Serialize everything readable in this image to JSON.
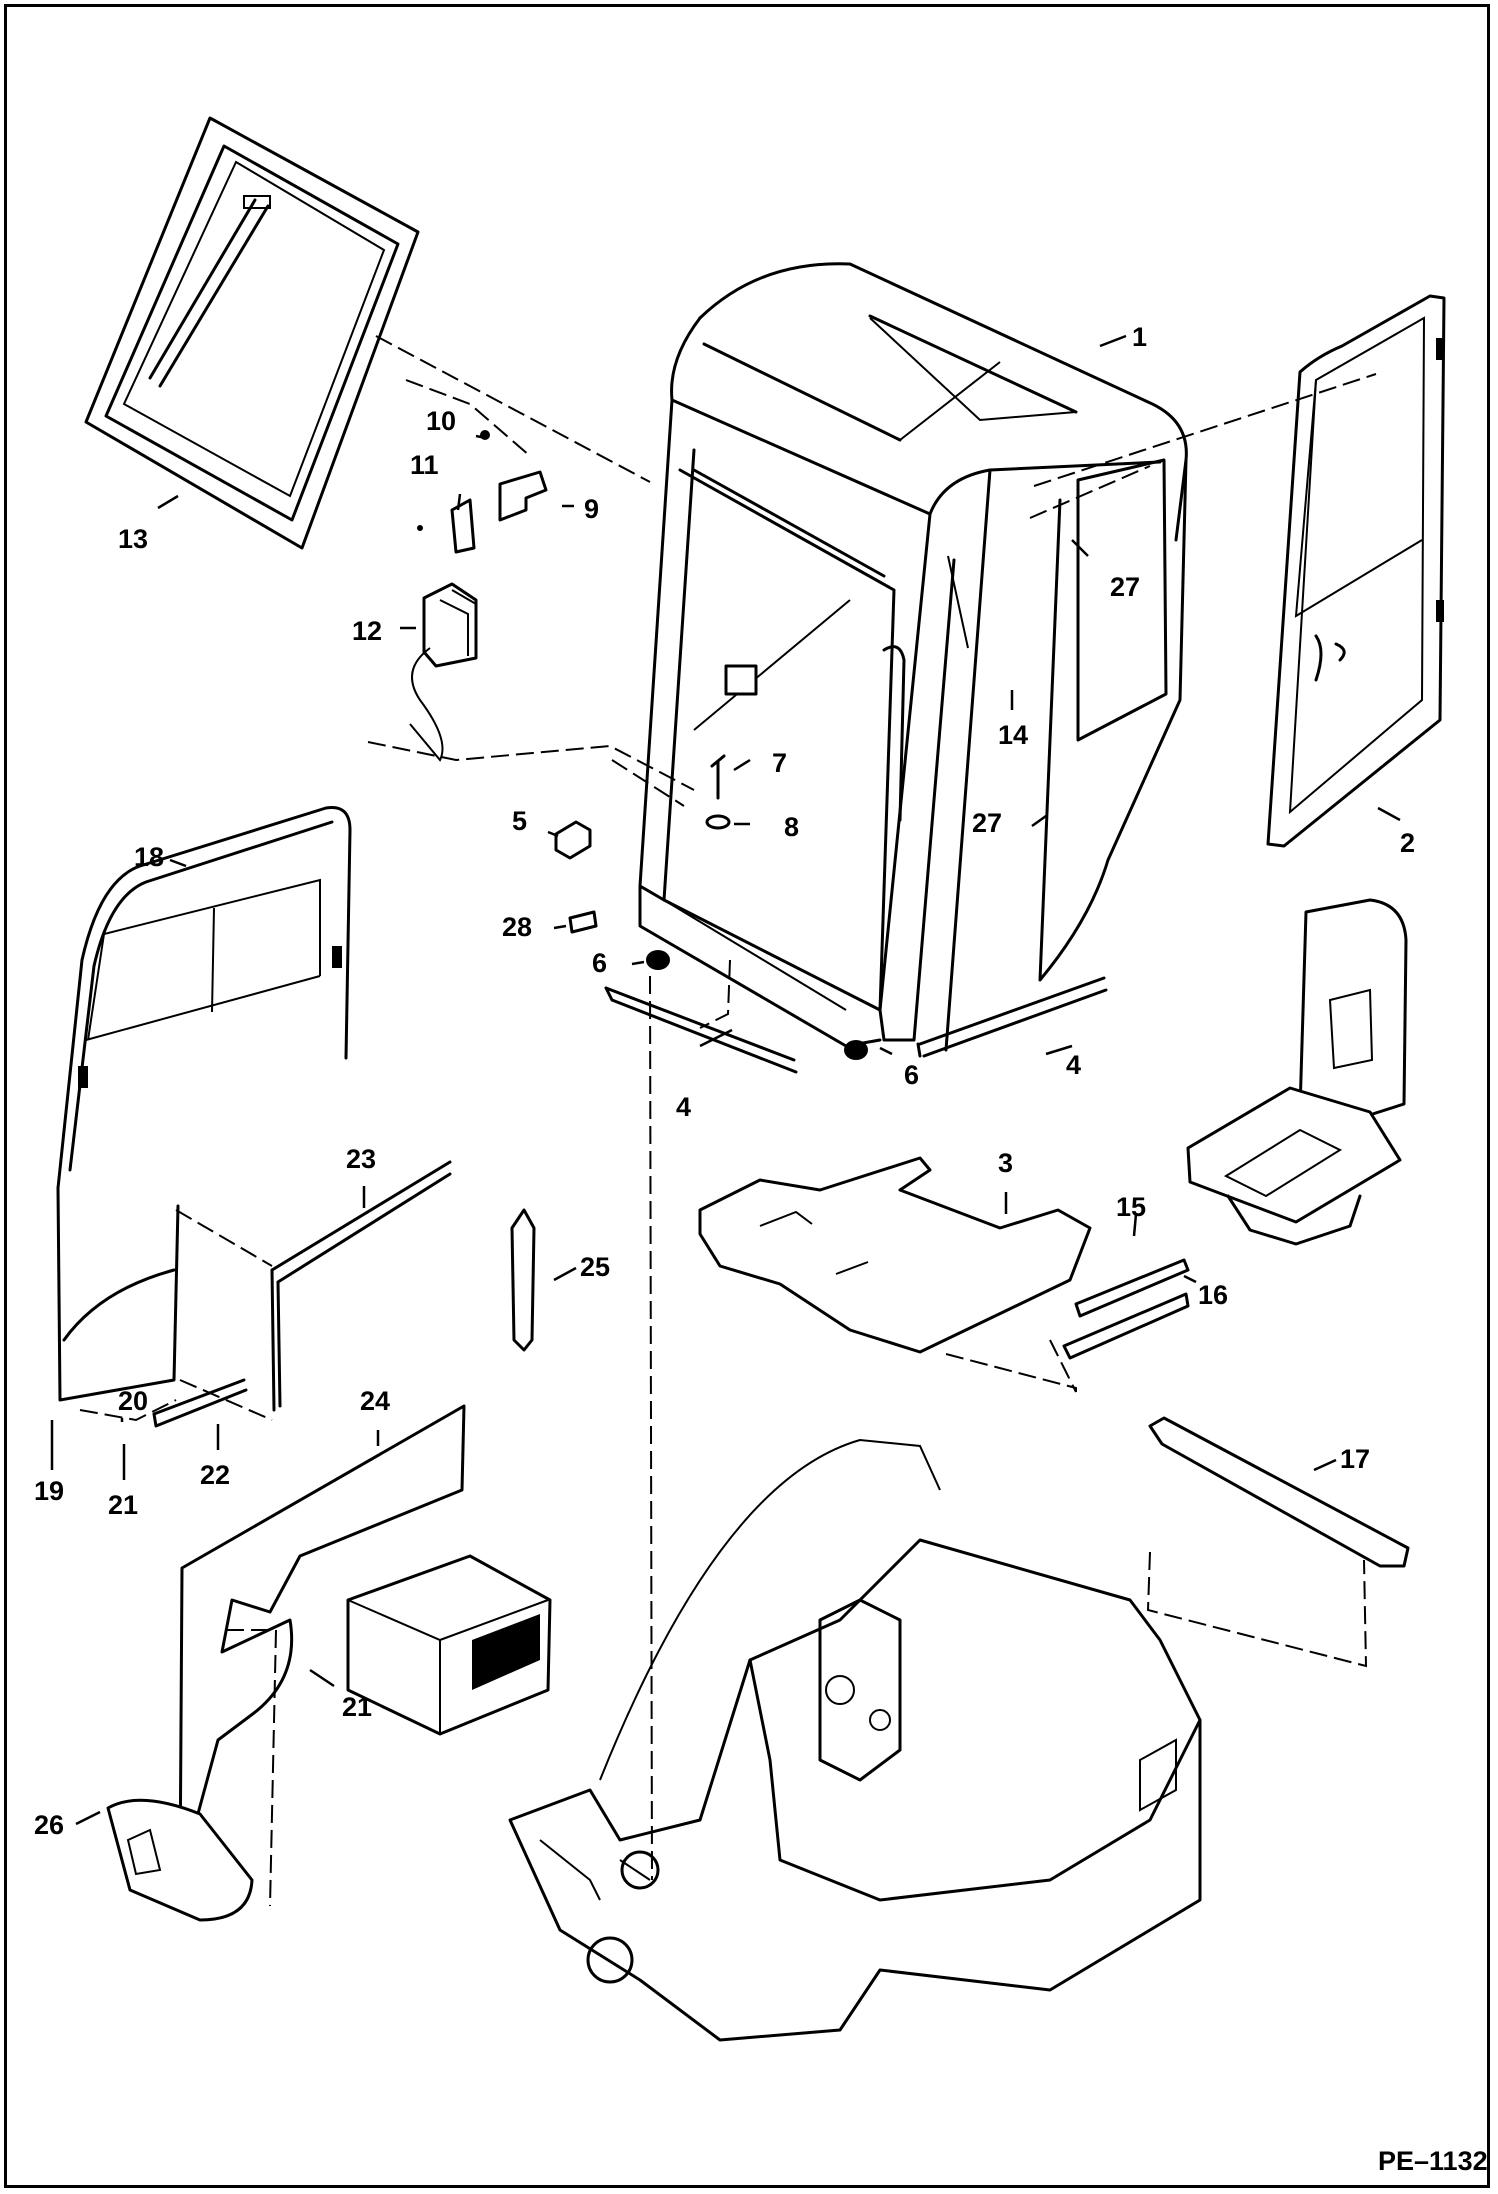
{
  "callouts": {
    "c1": "1",
    "c2": "2",
    "c3": "3",
    "c4a": "4",
    "c4b": "4",
    "c5": "5",
    "c6a": "6",
    "c6b": "6",
    "c7": "7",
    "c8": "8",
    "c9": "9",
    "c10": "10",
    "c11": "11",
    "c12": "12",
    "c13": "13",
    "c14": "14",
    "c15": "15",
    "c16": "16",
    "c17": "17",
    "c18": "18",
    "c19": "19",
    "c20": "20",
    "c21a": "21",
    "c21b": "21",
    "c22": "22",
    "c23": "23",
    "c24": "24",
    "c25": "25",
    "c26": "26",
    "c27a": "27",
    "c27b": "27",
    "c28": "28"
  },
  "figure_code": "PE–1132"
}
